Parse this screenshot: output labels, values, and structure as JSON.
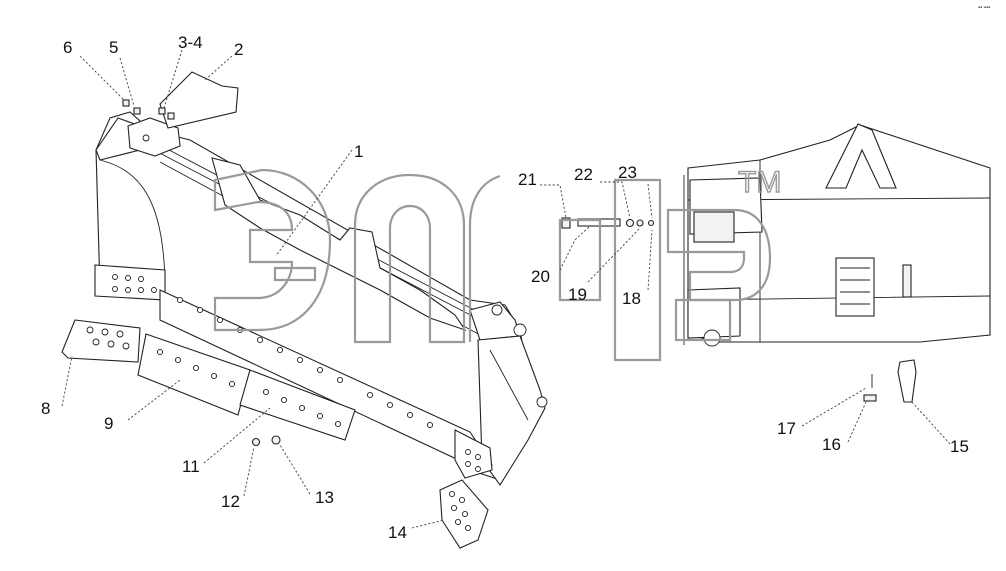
{
  "watermark": {
    "brand_mark": "ЭТМ-style outline logo",
    "tm": "TM"
  },
  "corner_mark": "▪▪ ▪▪▪",
  "callouts": [
    {
      "id": "c6",
      "text": "6"
    },
    {
      "id": "c5",
      "text": "5"
    },
    {
      "id": "c34",
      "text": "3-4"
    },
    {
      "id": "c2",
      "text": "2"
    },
    {
      "id": "c1",
      "text": "1"
    },
    {
      "id": "c21",
      "text": "21"
    },
    {
      "id": "c22",
      "text": "22"
    },
    {
      "id": "c23",
      "text": "23"
    },
    {
      "id": "c20",
      "text": "20"
    },
    {
      "id": "c19",
      "text": "19"
    },
    {
      "id": "c18",
      "text": "18"
    },
    {
      "id": "c8",
      "text": "8"
    },
    {
      "id": "c9",
      "text": "9"
    },
    {
      "id": "c11",
      "text": "11"
    },
    {
      "id": "c12",
      "text": "12"
    },
    {
      "id": "c13",
      "text": "13"
    },
    {
      "id": "c14",
      "text": "14"
    },
    {
      "id": "c17",
      "text": "17"
    },
    {
      "id": "c16",
      "text": "16"
    },
    {
      "id": "c15",
      "text": "15"
    }
  ]
}
